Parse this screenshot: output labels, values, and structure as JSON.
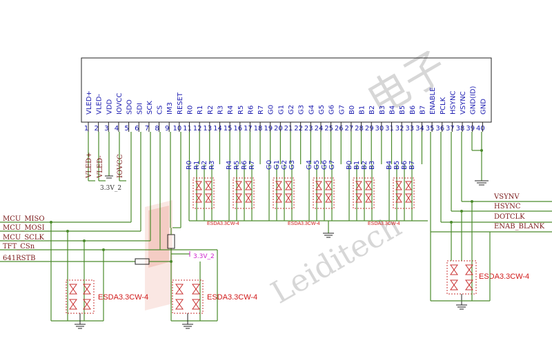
{
  "connector": {
    "pins": [
      {
        "num": "1",
        "name": "VLED+"
      },
      {
        "num": "2",
        "name": "VLED-"
      },
      {
        "num": "3",
        "name": "VDD"
      },
      {
        "num": "4",
        "name": "IOVCC"
      },
      {
        "num": "5",
        "name": "SDO"
      },
      {
        "num": "6",
        "name": "SDI"
      },
      {
        "num": "7",
        "name": "SCK"
      },
      {
        "num": "8",
        "name": "CS"
      },
      {
        "num": "9",
        "name": "IM3"
      },
      {
        "num": "10",
        "name": "RESET"
      },
      {
        "num": "11",
        "name": "R0"
      },
      {
        "num": "12",
        "name": "R1"
      },
      {
        "num": "13",
        "name": "R2"
      },
      {
        "num": "14",
        "name": "R3"
      },
      {
        "num": "15",
        "name": "R4"
      },
      {
        "num": "16",
        "name": "R5"
      },
      {
        "num": "17",
        "name": "R6"
      },
      {
        "num": "18",
        "name": "R7"
      },
      {
        "num": "19",
        "name": "G0"
      },
      {
        "num": "20",
        "name": "G1"
      },
      {
        "num": "21",
        "name": "G2"
      },
      {
        "num": "22",
        "name": "G3"
      },
      {
        "num": "23",
        "name": "G4"
      },
      {
        "num": "24",
        "name": "G5"
      },
      {
        "num": "25",
        "name": "G6"
      },
      {
        "num": "26",
        "name": "G7"
      },
      {
        "num": "27",
        "name": "B0"
      },
      {
        "num": "28",
        "name": "B1"
      },
      {
        "num": "29",
        "name": "B2"
      },
      {
        "num": "30",
        "name": "B3"
      },
      {
        "num": "31",
        "name": "B4"
      },
      {
        "num": "32",
        "name": "B5"
      },
      {
        "num": "33",
        "name": "B6"
      },
      {
        "num": "34",
        "name": "B7"
      },
      {
        "num": "35",
        "name": "ENABLE"
      },
      {
        "num": "36",
        "name": "PCLK"
      },
      {
        "num": "37",
        "name": "HSYNC"
      },
      {
        "num": "38",
        "name": "VSYNC"
      },
      {
        "num": "39",
        "name": "GND(ID)"
      },
      {
        "num": "40",
        "name": "GND"
      }
    ]
  },
  "power_labels": {
    "vled_plus": "VLED+",
    "vled_minus": "VLED-",
    "iovcc": "IOVCC",
    "v33_left": "3.3V_2",
    "v33_reset": "3.3V_2"
  },
  "left_nets": [
    "MCU_MISO",
    "MCU_MOSI",
    "MCU_SCLK",
    "TFT_CSn",
    "641RSTB"
  ],
  "right_nets": [
    "VSYNV",
    "HSYNC",
    "DOTCLK",
    "ENAB_BLANK"
  ],
  "bus_labels": [
    "R0",
    "R1",
    "R2",
    "R3",
    "R4",
    "R5",
    "R6",
    "R7",
    "G0",
    "G1",
    "G2",
    "G3",
    "G4",
    "G5",
    "G6",
    "G7",
    "B0",
    "B1",
    "B2",
    "B3",
    "B4",
    "B5",
    "B6",
    "B7"
  ],
  "esd_parts": {
    "small": [
      "ESDA3.3CW-4",
      "ESDA3.3CW-4",
      "ESDA3.3CW-4"
    ],
    "left": "ESDA3.3CW-4",
    "middle": "ESDA3.3CW-4",
    "right": "ESDA3.3CW-4"
  },
  "watermark": {
    "line1": "电子",
    "line2": "Leiditech"
  },
  "colors": {
    "wire": "#4a8a2a",
    "pin_text": "#1a1ab0",
    "net_text": "#7a1a1a",
    "part_text": "#d01818",
    "power_pink": "#cc22cc"
  }
}
